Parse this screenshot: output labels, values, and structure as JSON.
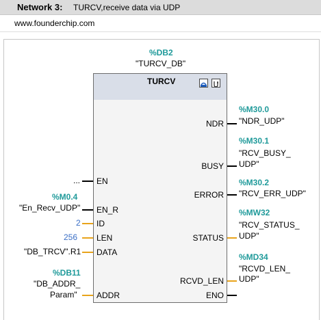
{
  "header": {
    "network_label": "Network 3:",
    "network_title": "TURCV,receive data via UDP"
  },
  "comment": {
    "text": "www.founderchip.com"
  },
  "instance": {
    "address": "%DB2",
    "name": "\"TURCV_DB\""
  },
  "block": {
    "title": "TURCV",
    "icons": [
      "online-monitor-icon",
      "diagnostics-icon"
    ]
  },
  "inputs": {
    "en": {
      "pin": "EN",
      "operand": "..."
    },
    "en_r": {
      "pin": "EN_R",
      "address": "%M0.4",
      "operand": "\"En_Recv_UDP\""
    },
    "id": {
      "pin": "ID",
      "operand": "2"
    },
    "len": {
      "pin": "LEN",
      "operand": "256"
    },
    "data": {
      "pin": "DATA",
      "operand": "\"DB_TRCV\".R1"
    },
    "addr": {
      "pin": "ADDR",
      "address": "%DB11",
      "operand_line1": "\"DB_ADDR_",
      "operand_line2": "Param\""
    }
  },
  "outputs": {
    "ndr": {
      "pin": "NDR",
      "address": "%M30.0",
      "operand": "\"NDR_UDP\""
    },
    "busy": {
      "pin": "BUSY",
      "address": "%M30.1",
      "operand_line1": "\"RCV_BUSY_",
      "operand_line2": "UDP\""
    },
    "error": {
      "pin": "ERROR",
      "address": "%M30.2",
      "operand": "\"RCV_ERR_UDP\""
    },
    "status": {
      "pin": "STATUS",
      "address": "%MW32",
      "operand_line1": "\"RCV_STATUS_",
      "operand_line2": "UDP\""
    },
    "rcvd_len": {
      "pin": "RCVD_LEN",
      "address": "%MD34",
      "operand_line1": "\"RCVD_LEN_",
      "operand_line2": "UDP\""
    },
    "eno": {
      "pin": "ENO"
    }
  },
  "colors": {
    "address": "#1f9a9a",
    "constant": "#3b6fc6",
    "bool_wire": "#000000",
    "data_wire": "#e8a31a",
    "block_header": "#d9dee8"
  }
}
